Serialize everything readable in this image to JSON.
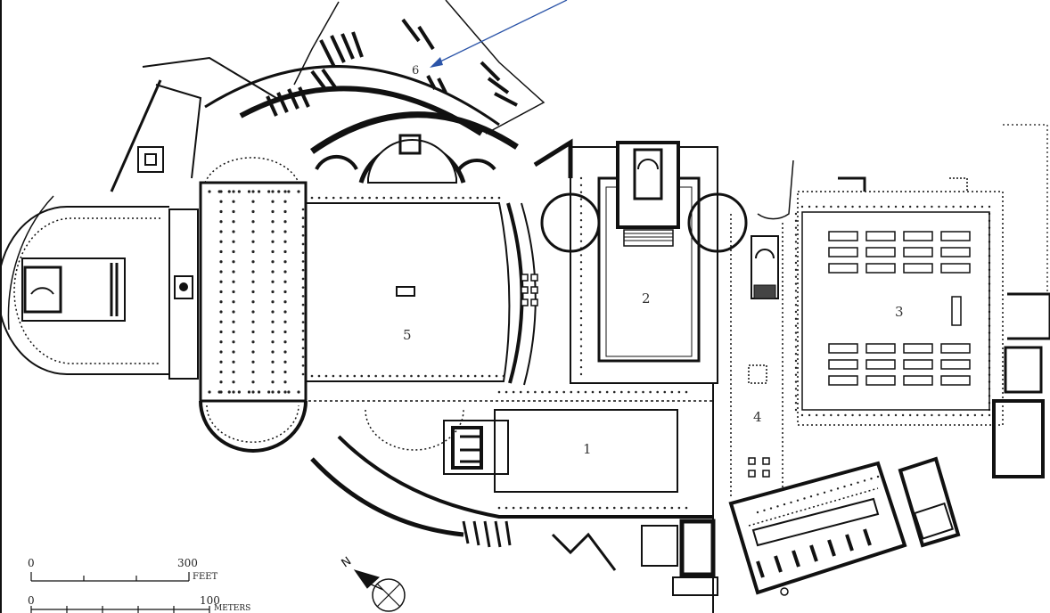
{
  "plan": {
    "zone_labels": [
      "1",
      "2",
      "3",
      "4",
      "5",
      "6"
    ],
    "scale_feet": {
      "zero": "0",
      "max": "300",
      "unit": "FEET"
    },
    "scale_meters": {
      "zero": "0",
      "max": "100",
      "unit": "METERS"
    },
    "north_label": "N"
  },
  "colors": {
    "ink": "#111111",
    "dots": "#222222",
    "arrow": "#2b54a8",
    "paper": "#ffffff"
  }
}
